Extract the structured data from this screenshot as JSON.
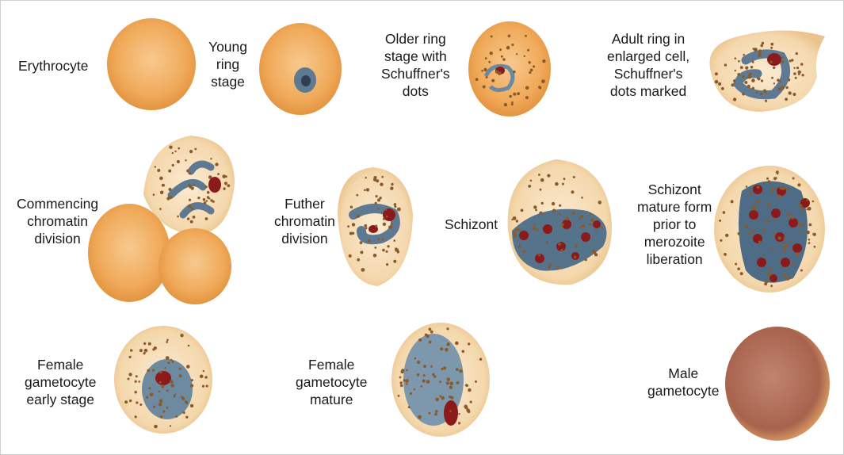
{
  "labels": {
    "erythrocyte": "Erythrocyte",
    "young_ring": "Young\nring\nstage",
    "older_ring": "Older ring\nstage with\nSchuffner's\ndots",
    "adult_ring": "Adult ring in\nenlarged cell,\nSchuffner's\ndots marked",
    "commencing": "Commencing\nchromatin\ndivision",
    "further": "Futher\nchromatin\ndivision",
    "schizont": "Schizont",
    "schizont_mature": "Schizont\nmature form\nprior to\nmerozoite\nliberation",
    "female_early": "Female\ngametocyte\nearly stage",
    "female_mature": "Female\ngametocyte\nmature",
    "male": "Male\ngametocyte"
  },
  "colors": {
    "rbc": "#f2ad5e",
    "rbc_dark": "#e49740",
    "infected_cell": "#f5dcb6",
    "stippling": "#8a5a2a",
    "parasite": "#5d7a92",
    "chromatin": "#8c1a1a",
    "male_gametocyte": "#b26f5a"
  }
}
